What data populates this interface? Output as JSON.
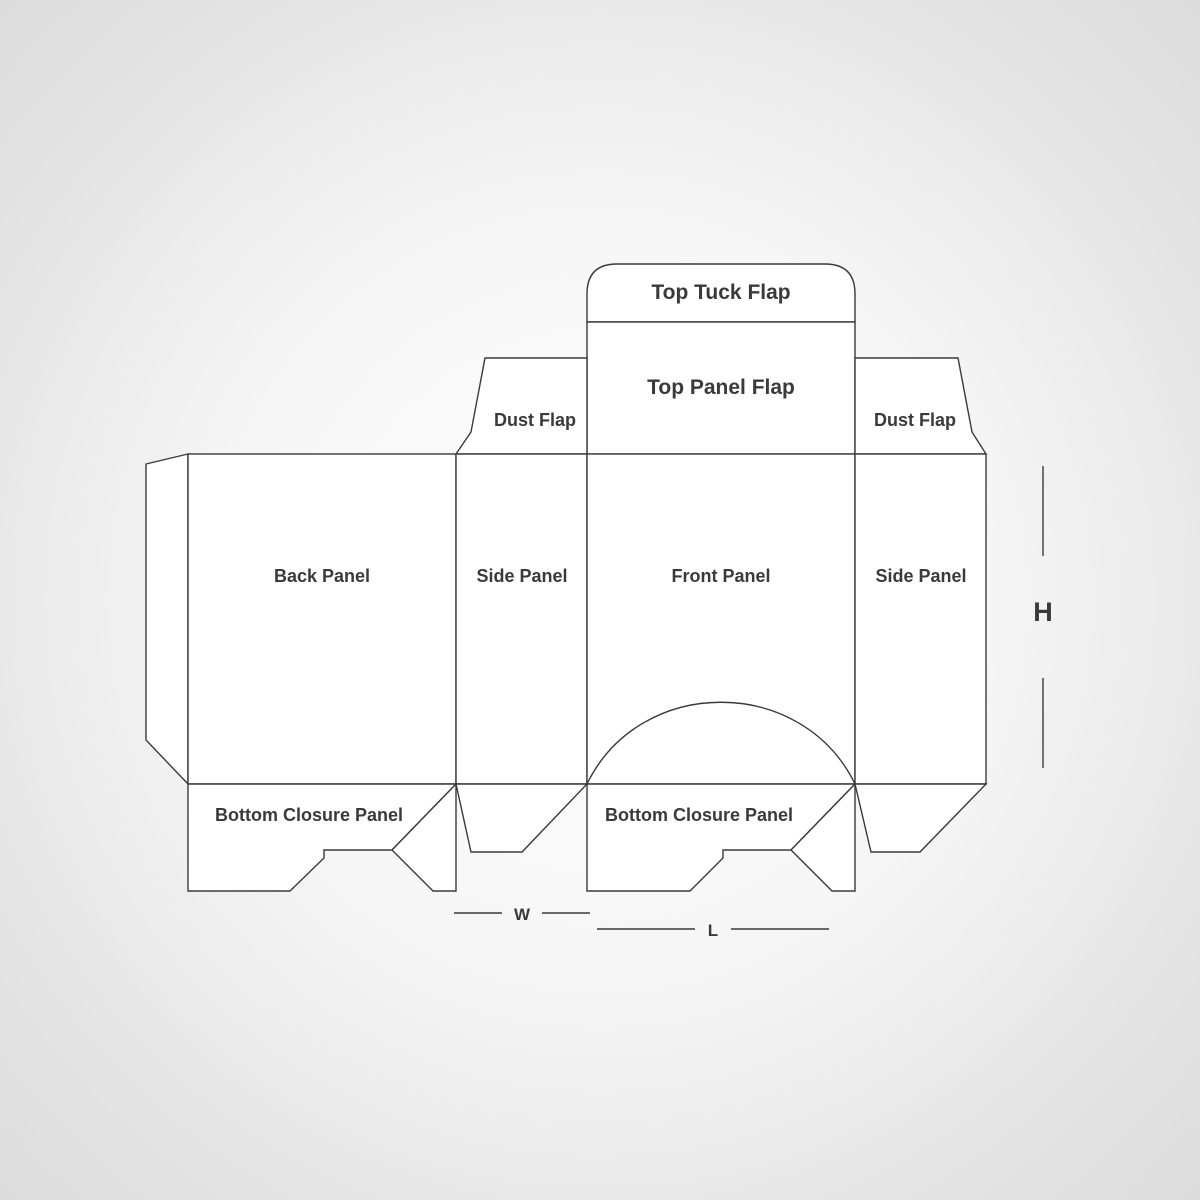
{
  "panels": {
    "top_tuck_flap": "Top Tuck Flap",
    "top_panel_flap": "Top Panel Flap",
    "dust_flap_left": "Dust Flap",
    "dust_flap_right": "Dust Flap",
    "back_panel": "Back Panel",
    "side_panel_left": "Side Panel",
    "front_panel": "Front Panel",
    "side_panel_right": "Side Panel",
    "bottom_closure_left": "Bottom Closure Panel",
    "bottom_closure_right": "Bottom Closure Panel"
  },
  "dimensions": {
    "height": "H",
    "width": "W",
    "length": "L"
  },
  "colors": {
    "line": "#3a3a3a",
    "panel_fill": "#ffffff"
  }
}
